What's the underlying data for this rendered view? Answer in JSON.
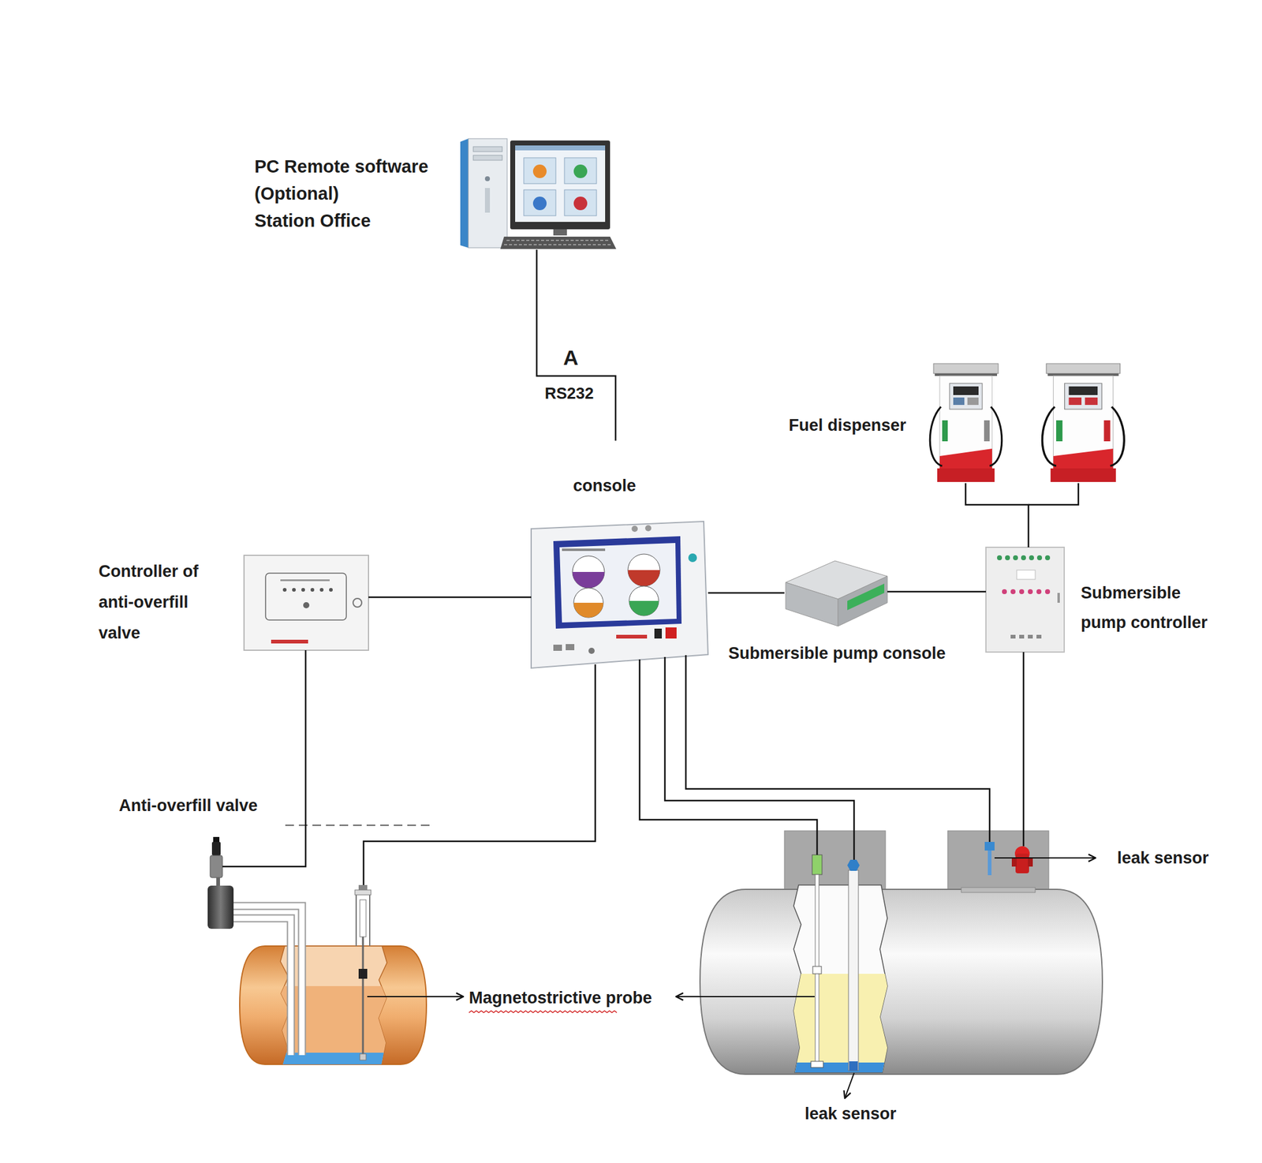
{
  "diagram": {
    "nodes": [
      {
        "text": [
          "PC Remote software (Optional)",
          "Station Office"
        ]
      },
      {
        "text": [
          "Fuel dispenser"
        ]
      },
      {
        "text": [
          "Controller of anti-overfill valve"
        ]
      },
      {
        "text": [
          "console"
        ]
      },
      {
        "text": [
          "Submersible pump console"
        ]
      },
      {
        "text": [
          "Submersible pump controller"
        ]
      },
      {
        "text": [
          "Anti-overfill valve"
        ]
      }
    ],
    "edges": [
      {
        "from": 0,
        "to": 3,
        "label": "RS232",
        "arrow": "none"
      },
      {
        "from": 3,
        "to": 2,
        "arrow": "none"
      },
      {
        "from": 3,
        "to": 4,
        "arrow": "none"
      },
      {
        "from": 4,
        "to": 5,
        "arrow": "none"
      },
      {
        "from": 5,
        "to": 1,
        "arrow": "none"
      },
      {
        "from": 2,
        "to": 6,
        "arrow": "none"
      }
    ],
    "labels": [
      "A",
      "leak sensor",
      "Magnetostrictive probe",
      "leak sensor"
    ]
  }
}
